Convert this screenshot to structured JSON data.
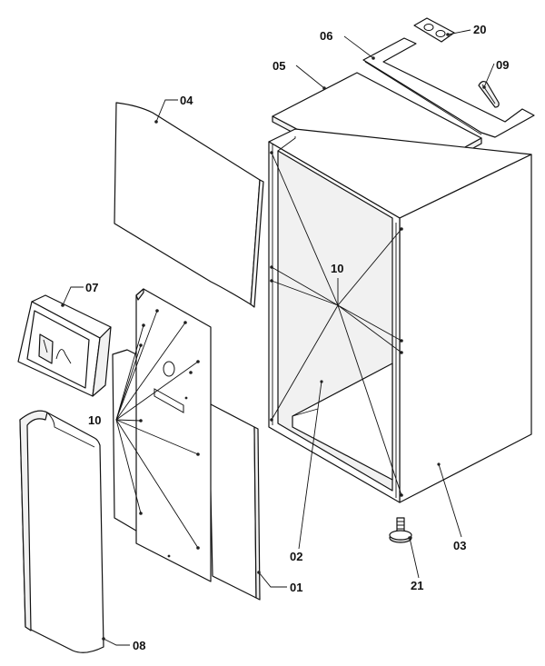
{
  "callouts": {
    "c01": "01",
    "c02": "02",
    "c03": "03",
    "c04": "04",
    "c05": "05",
    "c06": "06",
    "c07": "07",
    "c08": "08",
    "c09": "09",
    "c10_right": "10",
    "c10_left": "10",
    "c20": "20",
    "c21": "21"
  }
}
